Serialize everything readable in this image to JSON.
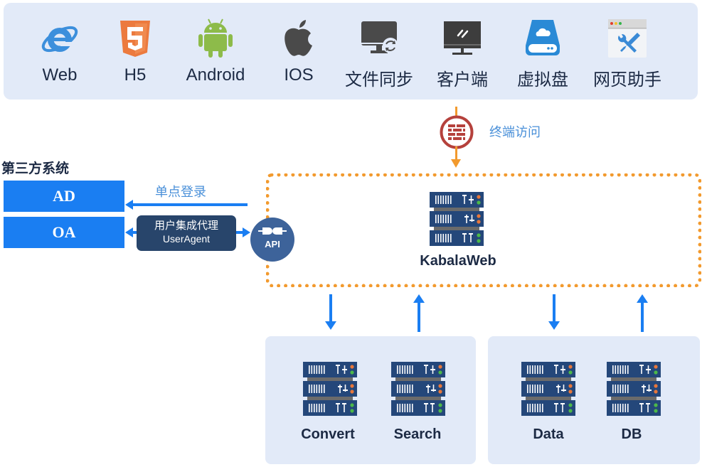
{
  "clients": [
    {
      "label": "Web",
      "icon": "ie-browser-icon"
    },
    {
      "label": "H5",
      "icon": "html5-icon"
    },
    {
      "label": "Android",
      "icon": "android-icon"
    },
    {
      "label": "IOS",
      "icon": "apple-icon"
    },
    {
      "label": "文件同步",
      "icon": "monitor-sync-icon"
    },
    {
      "label": "客户端",
      "icon": "desktop-monitor-icon"
    },
    {
      "label": "虚拟盘",
      "icon": "cloud-drive-icon"
    },
    {
      "label": "网页助手",
      "icon": "browser-tools-icon"
    }
  ],
  "firewall": {
    "label": "终端访问",
    "icon": "firewall-icon"
  },
  "third_party": {
    "title": "第三方系统",
    "systems": [
      "AD",
      "OA"
    ],
    "sso_label": "单点登录",
    "user_agent": {
      "line1": "用户集成代理",
      "line2": "UserAgent"
    },
    "api_label": "API"
  },
  "core": {
    "label": "KabalaWeb"
  },
  "services": {
    "group1": [
      {
        "label": "Convert"
      },
      {
        "label": "Search"
      }
    ],
    "group2": [
      {
        "label": "Data"
      },
      {
        "label": "DB"
      }
    ]
  },
  "colors": {
    "panel_bg": "#e2eaf8",
    "accent_blue": "#1a7ef2",
    "dotted_orange": "#f29a2e",
    "server_navy": "#24477a",
    "text_dark": "#1c2a44",
    "label_blue": "#4a90d9"
  }
}
